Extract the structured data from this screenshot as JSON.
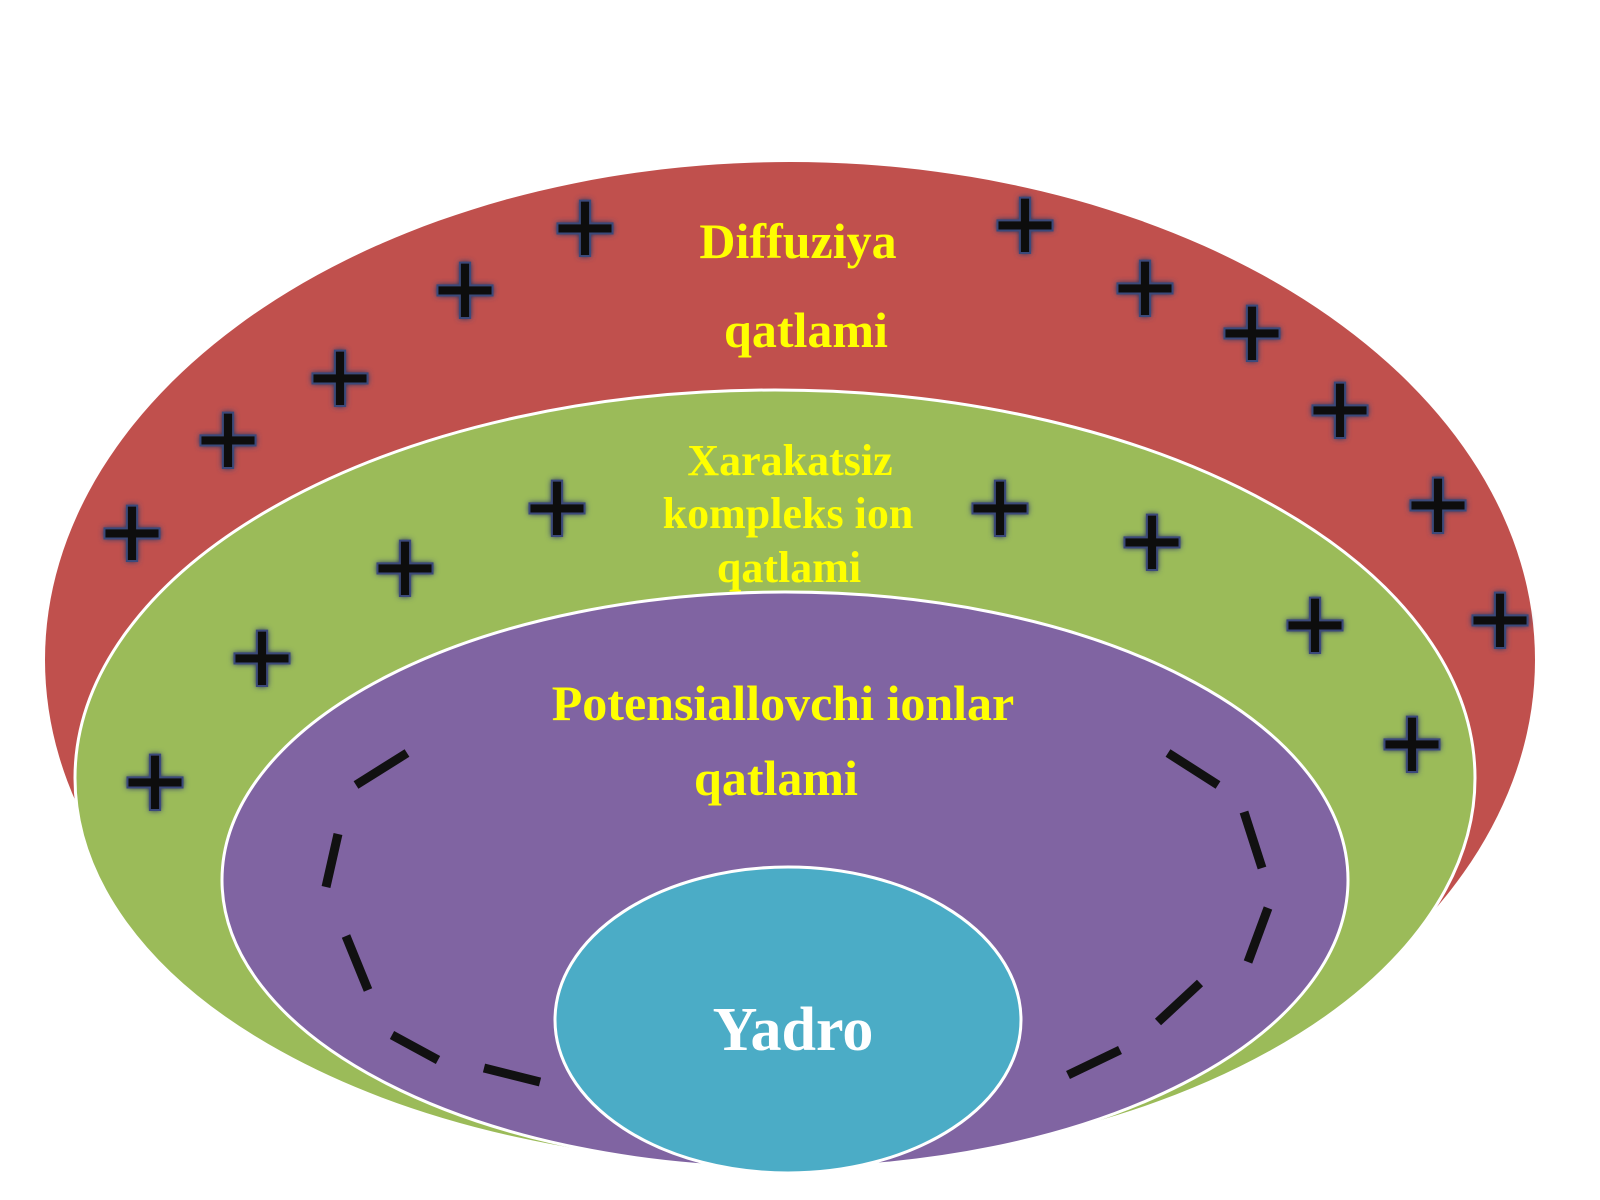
{
  "layers": {
    "diffuse": {
      "line1": "Diffuziya",
      "line2": "qatlami",
      "color": "#c0504d"
    },
    "fixed": {
      "line1": "Xarakatsiz",
      "line2": "kompleks ion",
      "line3": "qatlami",
      "color": "#9bbb59"
    },
    "potential": {
      "line1": "Potensiallovchi ionlar",
      "line2": "qatlami",
      "color": "#8064a2"
    },
    "core": {
      "label": "Yadro",
      "color": "#4bacc6"
    }
  },
  "colors": {
    "label_yellow": "#ffff00",
    "core_label": "#ffffff",
    "sign": "#111111",
    "border": "#ffffff"
  },
  "signs": {
    "positive": "+",
    "negative": "−"
  }
}
